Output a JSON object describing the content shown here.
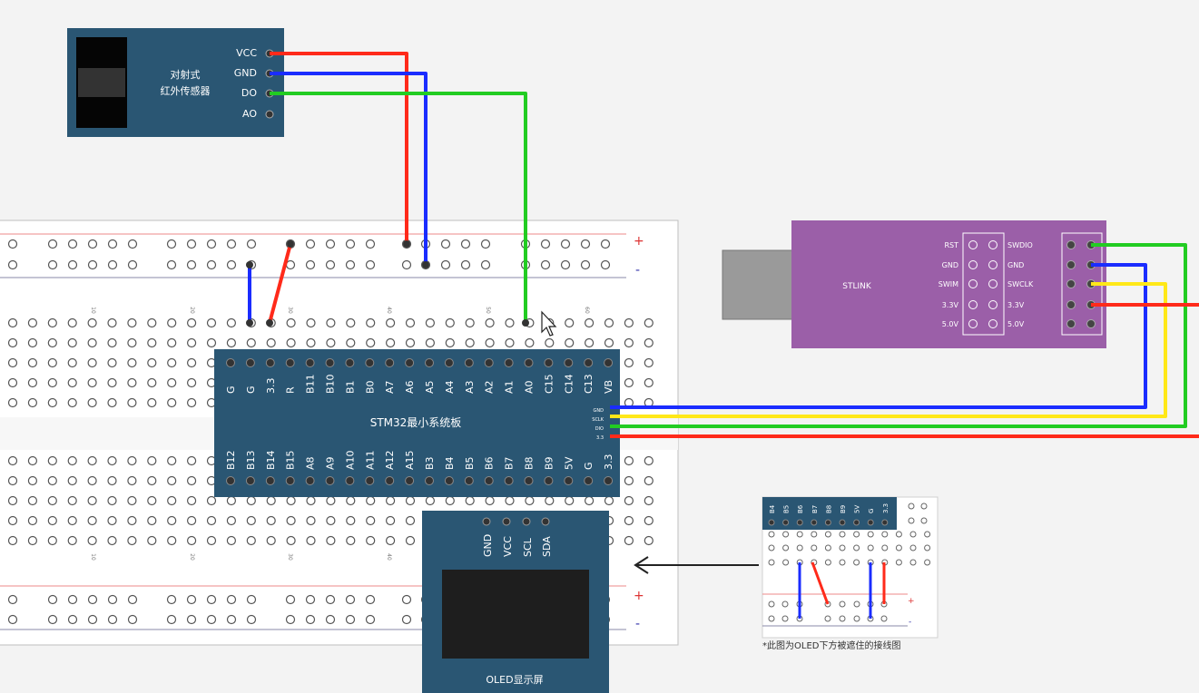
{
  "colors": {
    "background": "#f3f3f3",
    "module_blue": "#2a5673",
    "stlink_purple": "#9b5fa8",
    "wire_red": "#ff2a1a",
    "wire_blue": "#1a2cff",
    "wire_green": "#22cc22",
    "wire_yellow": "#ffe818"
  },
  "ir_sensor": {
    "title_line1": "对射式",
    "title_line2": "红外传感器",
    "pins": [
      "VCC",
      "GND",
      "DO",
      "AO"
    ]
  },
  "stlink": {
    "title": "STLINK",
    "left_labels": [
      "RST",
      "GND",
      "SWIM",
      "3.3V",
      "5.0V"
    ],
    "right_labels": [
      "SWDIO",
      "GND",
      "SWCLK",
      "3.3V",
      "5.0V"
    ]
  },
  "stm32": {
    "title": "STM32最小系统板",
    "top_pins": [
      "G",
      "G",
      "3.3",
      "R",
      "B11",
      "B10",
      "B1",
      "B0",
      "A7",
      "A6",
      "A5",
      "A4",
      "A3",
      "A2",
      "A1",
      "A0",
      "C15",
      "C14",
      "C13",
      "VB"
    ],
    "bottom_pins": [
      "B12",
      "B13",
      "B14",
      "B15",
      "A8",
      "A9",
      "A10",
      "A11",
      "A12",
      "A15",
      "B3",
      "B4",
      "B5",
      "B6",
      "B7",
      "B8",
      "B9",
      "5V",
      "G",
      "3.3"
    ],
    "side_pins": [
      "GND",
      "SCLK",
      "DIO",
      "3.3"
    ]
  },
  "oled": {
    "pins": [
      "GND",
      "VCC",
      "SCL",
      "SDA"
    ],
    "title": "OLED显示屏"
  },
  "breadboard": {
    "rail_plus": "+",
    "rail_minus": "-",
    "column_numbers": [
      "10",
      "20",
      "30",
      "40",
      "50",
      "60"
    ]
  },
  "inset": {
    "pins": [
      "B4",
      "B5",
      "B6",
      "B7",
      "B8",
      "B9",
      "5V",
      "G",
      "3.3"
    ],
    "caption": "*此图为OLED下方被遮住的接线图",
    "rail_plus": "+",
    "rail_minus": "-"
  }
}
